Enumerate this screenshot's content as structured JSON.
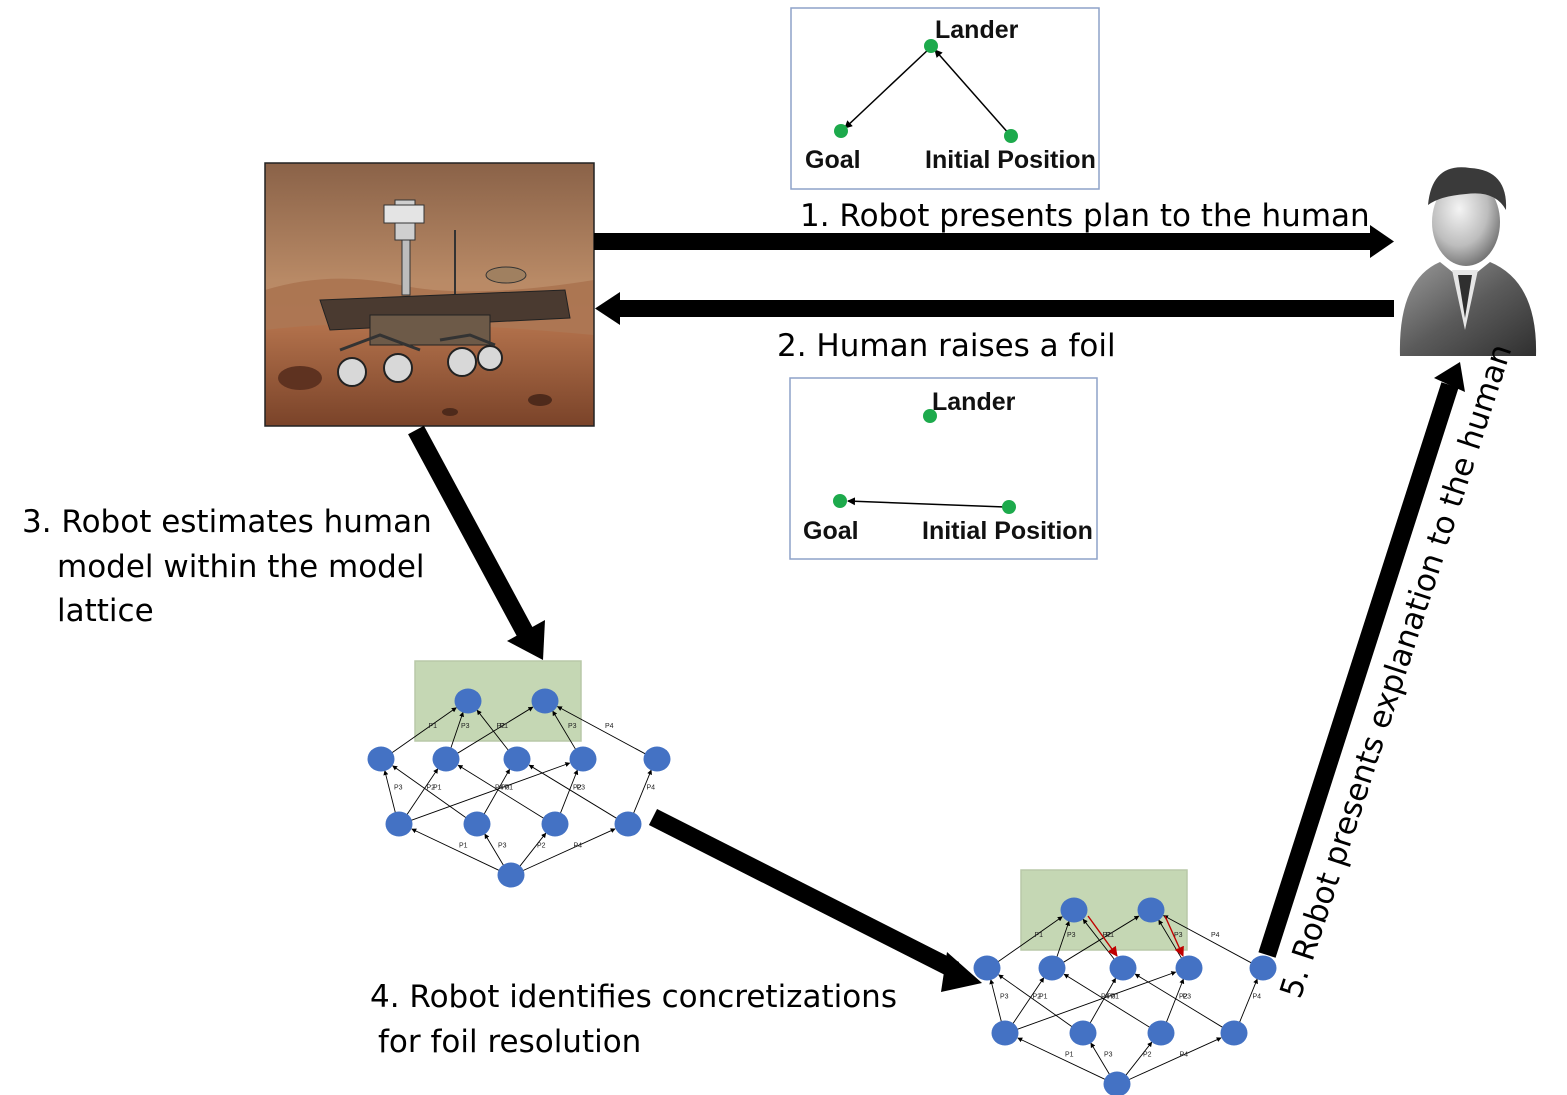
{
  "colors": {
    "node": "#4472c4",
    "map_node": "#1daa4c",
    "highlight": "#c5d7b4",
    "arrow": "#000000",
    "red_arrow": "#c00000",
    "box_border": "#8da2c9"
  },
  "icons": {
    "robot": "mars-rover-photo",
    "human": "human-avatar-icon"
  },
  "steps": {
    "s1": "1. Robot presents plan to the human",
    "s2": "2. Human raises a foil",
    "s3": [
      "3. Robot estimates human",
      "model within the model",
      "lattice"
    ],
    "s4": [
      "4. Robot identifies concretizations",
      "for foil resolution"
    ],
    "s5": "5. Robot presents explanation to the human"
  },
  "plan_map": {
    "lander": "Lander",
    "goal": "Goal",
    "initial": "Initial Position"
  },
  "foil_map": {
    "lander": "Lander",
    "goal": "Goal",
    "initial": "Initial Position"
  },
  "lattice_edge_labels": [
    "P3",
    "P2",
    "P4",
    "P1",
    "P3",
    "P1",
    "P2",
    "P3",
    "P4",
    "P1",
    "P3",
    "P2",
    "P4",
    "P1",
    "P3",
    "P1",
    "P2",
    "P3",
    "P4"
  ]
}
